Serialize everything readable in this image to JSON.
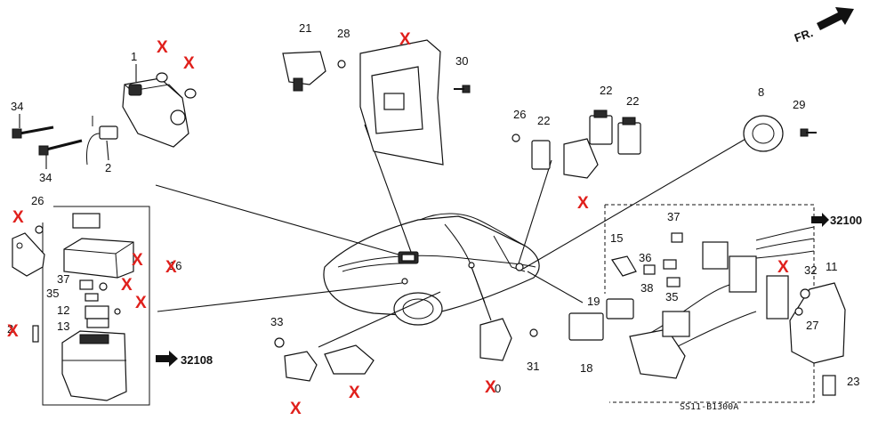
{
  "diagram": {
    "callouts": [
      {
        "id": "c-1",
        "text": "1"
      },
      {
        "id": "c-2",
        "text": "2"
      },
      {
        "id": "c-34a",
        "text": "34"
      },
      {
        "id": "c-34b",
        "text": "34"
      },
      {
        "id": "c-26a",
        "text": "26"
      },
      {
        "id": "c-21",
        "text": "21"
      },
      {
        "id": "c-28",
        "text": "28"
      },
      {
        "id": "c-30",
        "text": "30"
      },
      {
        "id": "c-26b",
        "text": "26"
      },
      {
        "id": "c-22a",
        "text": "22"
      },
      {
        "id": "c-22b",
        "text": "22"
      },
      {
        "id": "c-22c",
        "text": "22"
      },
      {
        "id": "c-8",
        "text": "8"
      },
      {
        "id": "c-29",
        "text": "29"
      },
      {
        "id": "c-16",
        "text": "16"
      },
      {
        "id": "c-37a",
        "text": "37"
      },
      {
        "id": "c-35a",
        "text": "35"
      },
      {
        "id": "c-12",
        "text": "12"
      },
      {
        "id": "c-13",
        "text": "13"
      },
      {
        "id": "c-2side",
        "text": "2"
      },
      {
        "id": "c-33",
        "text": "33"
      },
      {
        "id": "c-31",
        "text": "31"
      },
      {
        "id": "c-19",
        "text": "19"
      },
      {
        "id": "c-18",
        "text": "18"
      },
      {
        "id": "c-15",
        "text": "15"
      },
      {
        "id": "c-37b",
        "text": "37"
      },
      {
        "id": "c-36",
        "text": "36"
      },
      {
        "id": "c-38",
        "text": "38"
      },
      {
        "id": "c-35b",
        "text": "35"
      },
      {
        "id": "c-32",
        "text": "32"
      },
      {
        "id": "c-11",
        "text": "11"
      },
      {
        "id": "c-27",
        "text": "27"
      },
      {
        "id": "c-23",
        "text": "23"
      },
      {
        "id": "c-20",
        "text": "0"
      }
    ],
    "x_marks": [
      {
        "id": "x-1",
        "text": "X"
      },
      {
        "id": "x-2",
        "text": "X"
      },
      {
        "id": "x-3",
        "text": "X"
      },
      {
        "id": "x-4",
        "text": "X"
      },
      {
        "id": "x-5",
        "text": "X"
      },
      {
        "id": "x-6",
        "text": "X"
      },
      {
        "id": "x-7",
        "text": "X"
      },
      {
        "id": "x-8",
        "text": "X"
      },
      {
        "id": "x-9",
        "text": "X"
      },
      {
        "id": "x-10",
        "text": "X"
      },
      {
        "id": "x-11",
        "text": "X"
      },
      {
        "id": "x-12",
        "text": "X"
      },
      {
        "id": "x-13",
        "text": "X"
      },
      {
        "id": "x-14",
        "text": "X"
      }
    ],
    "refs": {
      "ref_32100": "32100",
      "ref_32108": "32108"
    },
    "fr_label": "FR.",
    "diagram_code": "SS11-B1300A"
  }
}
